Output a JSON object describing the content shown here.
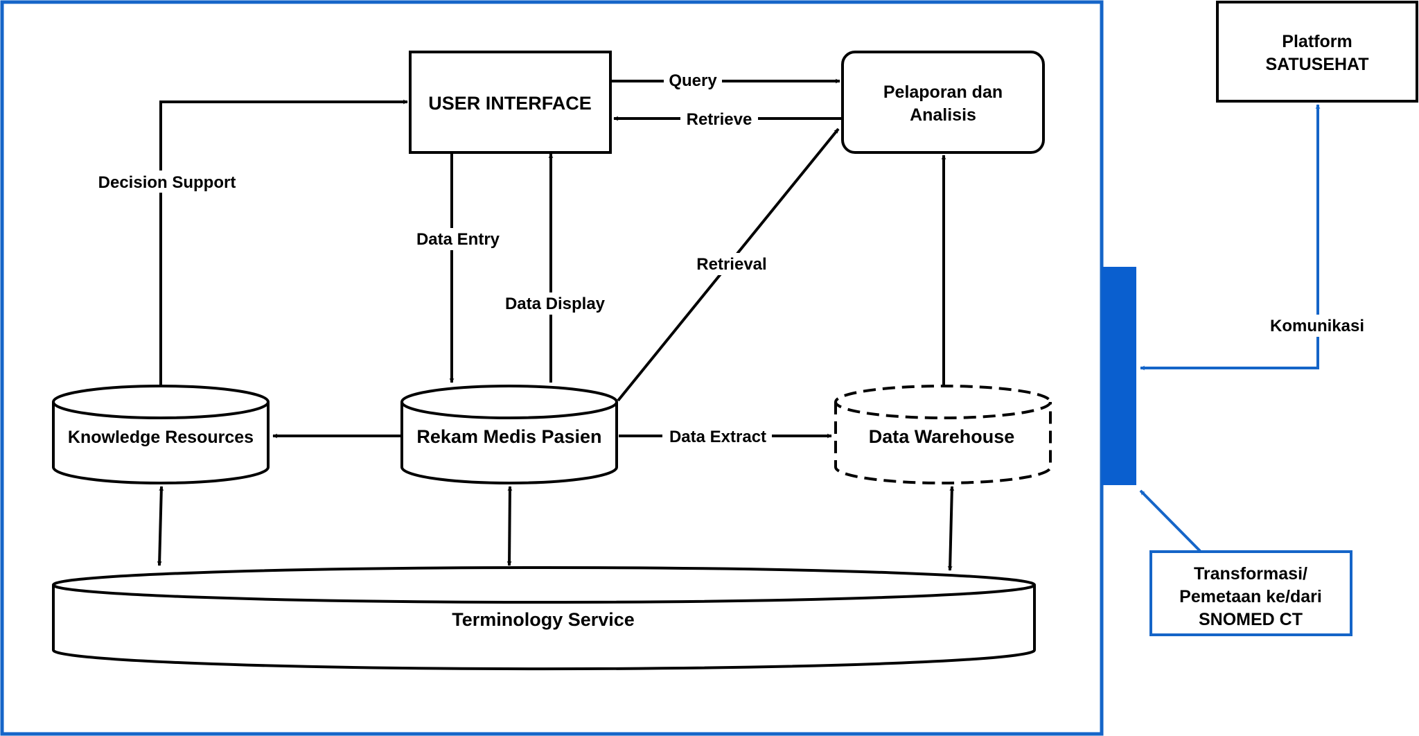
{
  "colors": {
    "line": "#000000",
    "accent": "#1565c8",
    "bar": "#0a5fcf",
    "background": "#ffffff"
  },
  "nodes": {
    "user_interface": "USER INTERFACE",
    "reporting": [
      "Pelaporan dan",
      "Analisis"
    ],
    "platform": [
      "Platform",
      "SATUSEHAT"
    ],
    "knowledge": "Knowledge Resources",
    "patient_record": "Rekam Medis Pasien",
    "warehouse": "Data Warehouse",
    "terminology": "Terminology Service",
    "transform": [
      "Transformasi/",
      "Pemetaan ke/dari",
      "SNOMED CT"
    ]
  },
  "edges": {
    "query": "Query",
    "retrieve": "Retrieve",
    "decision_support": "Decision Support",
    "data_entry": "Data Entry",
    "data_display": "Data Display",
    "retrieval": "Retrieval",
    "data_extract": "Data Extract",
    "komunikasi": "Komunikasi"
  }
}
